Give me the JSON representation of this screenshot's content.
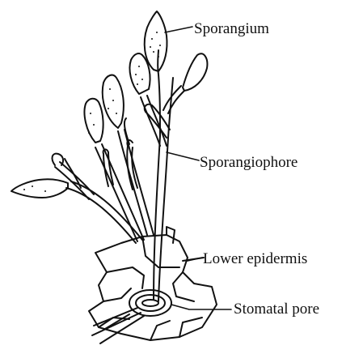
{
  "diagram": {
    "labels": {
      "sporangium": "Sporangium",
      "sporangiophore": "Sporangiophore",
      "lower_epidermis": "Lower epidermis",
      "stomatal_pore": "Stomatal pore"
    },
    "colors": {
      "ink": "#111111",
      "background": "#ffffff"
    }
  }
}
